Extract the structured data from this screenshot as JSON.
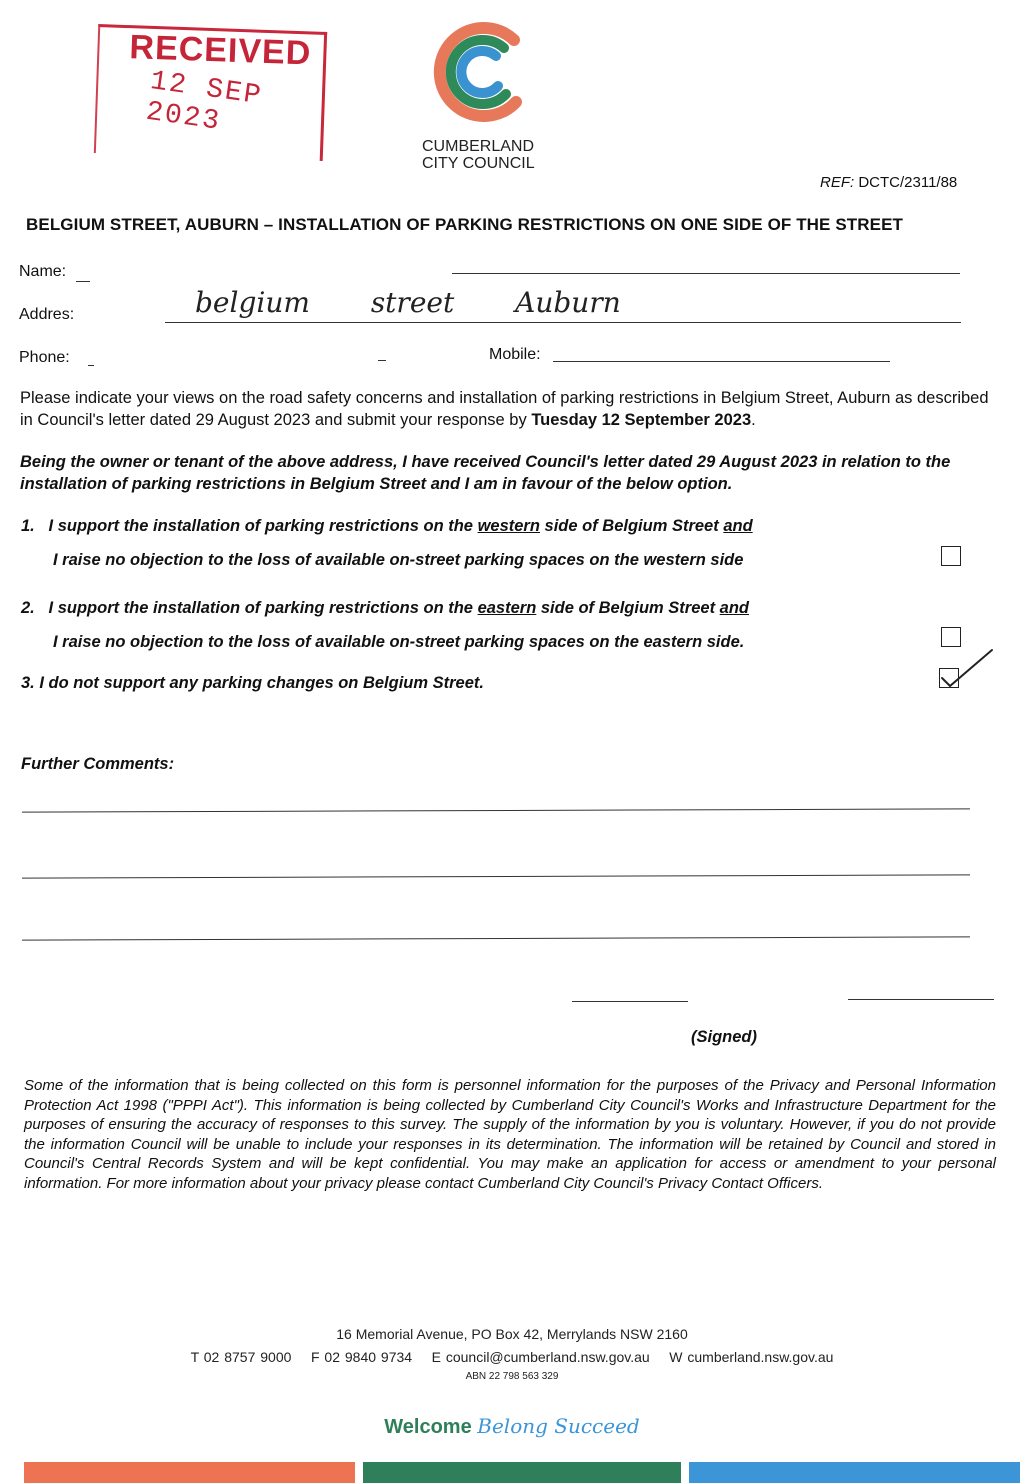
{
  "stamp": {
    "title": "RECEIVED",
    "date": "12 SEP 2023"
  },
  "logo": {
    "icon": "cumberland-c-logo",
    "line1": "CUMBERLAND",
    "line2": "CITY COUNCIL",
    "colors": [
      "#e8785a",
      "#2f8a5a",
      "#3a93d0"
    ]
  },
  "ref": {
    "label": "REF:",
    "value": "DCTC/2311/88"
  },
  "title": "BELGIUM STREET, AUBURN – INSTALLATION OF PARKING RESTRICTIONS ON ONE SIDE OF THE STREET",
  "form": {
    "name_label": "Name:",
    "address_label": "Addres:",
    "address_value": "belgium street Auburn",
    "phone_label": "Phone:",
    "mobile_label": "Mobile:"
  },
  "intro": {
    "text": "Please indicate your views on the road safety concerns and installation of parking restrictions in Belgium Street, Auburn as described in Council's letter dated 29 August 2023 and submit your response by ",
    "deadline": "Tuesday 12 September 2023",
    "end": "."
  },
  "statement": "Being the owner or tenant of the above address, I have received Council's letter dated 29 August 2023 in relation to the installation of parking restrictions in Belgium Street and I am in favour of the below option.",
  "options": [
    {
      "num": "1.",
      "a": "I support the installation of parking restrictions on the ",
      "side": "western",
      "b": " side of Belgium Street ",
      "and": "and",
      "line2": "I raise no objection to the loss of available on-street parking spaces on the western side",
      "checked": false
    },
    {
      "num": "2.",
      "a": "I support the installation of parking restrictions on the ",
      "side": "eastern",
      "b": " side of Belgium Street ",
      "and": "and",
      "line2": "I raise no objection to the loss of available on-street parking spaces on the eastern side.",
      "checked": false
    },
    {
      "num": "3.",
      "text": "I do not support any parking changes on Belgium Street.",
      "checked": true
    }
  ],
  "comments_label": "Further Comments:",
  "signed_label": "(Signed)",
  "privacy": "Some of the information that is being collected on this form is personnel information for the purposes of the Privacy and Personal Information Protection Act 1998 (\"PPPI Act\"). This information is being collected by Cumberland City Council's Works and Infrastructure Department for the purposes of ensuring the accuracy of responses to this survey. The supply of the information by you is voluntary. However, if you do not provide the information Council will be unable to include your responses in its determination. The information will be retained by Council and stored in Council's Central Records System and will be kept confidential. You may make an application for access or amendment to your personal information. For more information about your privacy please contact Cumberland City Council's Privacy Contact Officers.",
  "footer": {
    "address": "16 Memorial Avenue, PO Box 42, Merrylands NSW 2160",
    "phone": "T 02 8757 9000",
    "fax": "F 02 9840 9734",
    "email": "E council@cumberland.nsw.gov.au",
    "web": "W cumberland.nsw.gov.au",
    "abn": "ABN 22 798 563 329",
    "slogan_welcome": "Welcome",
    "slogan_rest": "Belong Succeed",
    "bar_colors": [
      "#ee7352",
      "#2f7f5a",
      "#3b95d6"
    ]
  }
}
